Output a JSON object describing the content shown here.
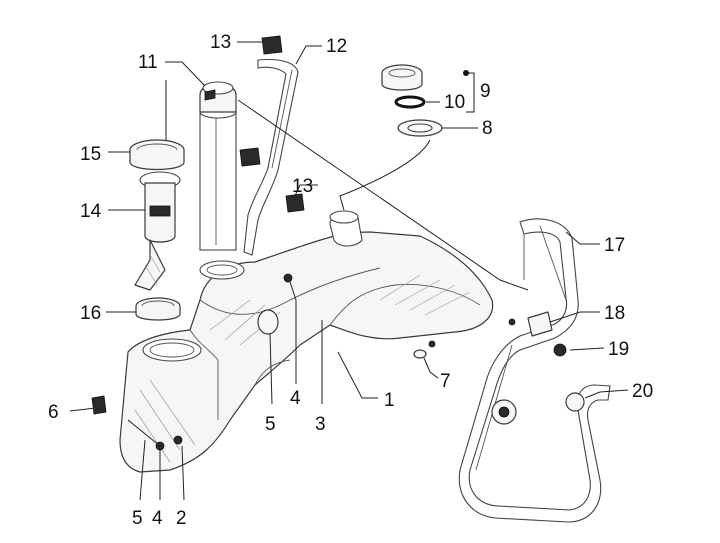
{
  "callouts": [
    {
      "id": "11",
      "text": "11"
    },
    {
      "id": "13a",
      "text": "13"
    },
    {
      "id": "12",
      "text": "12"
    },
    {
      "id": "9",
      "text": "9"
    },
    {
      "id": "10",
      "text": "10"
    },
    {
      "id": "8",
      "text": "8"
    },
    {
      "id": "15",
      "text": "15"
    },
    {
      "id": "14",
      "text": "14"
    },
    {
      "id": "13b",
      "text": "13"
    },
    {
      "id": "17",
      "text": "17"
    },
    {
      "id": "16",
      "text": "16"
    },
    {
      "id": "18",
      "text": "18"
    },
    {
      "id": "19",
      "text": "19"
    },
    {
      "id": "7",
      "text": "7"
    },
    {
      "id": "20",
      "text": "20"
    },
    {
      "id": "1",
      "text": "1"
    },
    {
      "id": "6",
      "text": "6"
    },
    {
      "id": "4a",
      "text": "4"
    },
    {
      "id": "5a",
      "text": "5"
    },
    {
      "id": "3",
      "text": "3"
    },
    {
      "id": "5b",
      "text": "5"
    },
    {
      "id": "4b",
      "text": "4"
    },
    {
      "id": "2",
      "text": "2"
    }
  ]
}
